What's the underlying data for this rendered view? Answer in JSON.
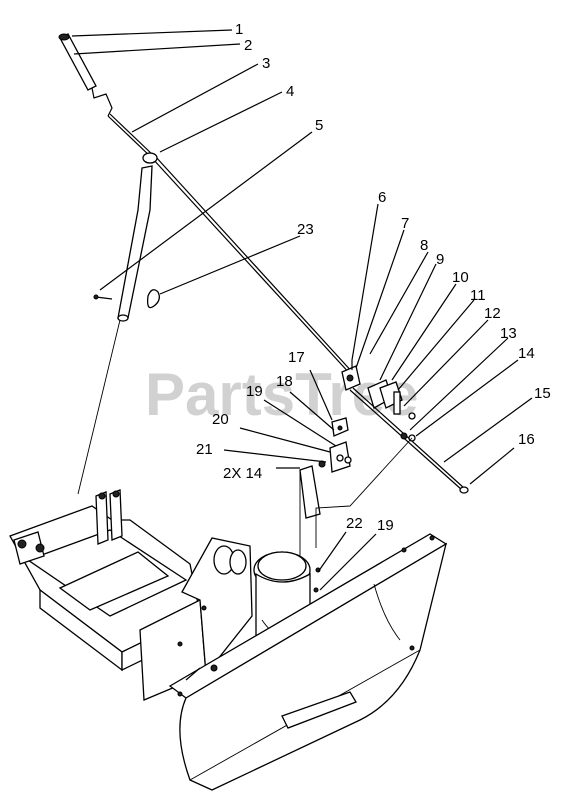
{
  "watermark": "PartsTree",
  "callouts": [
    {
      "id": "c1",
      "text": "1"
    },
    {
      "id": "c2",
      "text": "2"
    },
    {
      "id": "c3",
      "text": "3"
    },
    {
      "id": "c4",
      "text": "4"
    },
    {
      "id": "c5",
      "text": "5"
    },
    {
      "id": "c6",
      "text": "6"
    },
    {
      "id": "c7",
      "text": "7"
    },
    {
      "id": "c8",
      "text": "8"
    },
    {
      "id": "c9",
      "text": "9"
    },
    {
      "id": "c10",
      "text": "10"
    },
    {
      "id": "c11",
      "text": "11"
    },
    {
      "id": "c12",
      "text": "12"
    },
    {
      "id": "c13",
      "text": "13"
    },
    {
      "id": "c14",
      "text": "14"
    },
    {
      "id": "c15",
      "text": "15"
    },
    {
      "id": "c16",
      "text": "16"
    },
    {
      "id": "c17",
      "text": "17"
    },
    {
      "id": "c18",
      "text": "18"
    },
    {
      "id": "c19a",
      "text": "19"
    },
    {
      "id": "c20",
      "text": "20"
    },
    {
      "id": "c21",
      "text": "21"
    },
    {
      "id": "c2x14",
      "text": "2X 14"
    },
    {
      "id": "c22",
      "text": "22"
    },
    {
      "id": "c19b",
      "text": "19"
    },
    {
      "id": "c23",
      "text": "23"
    }
  ]
}
